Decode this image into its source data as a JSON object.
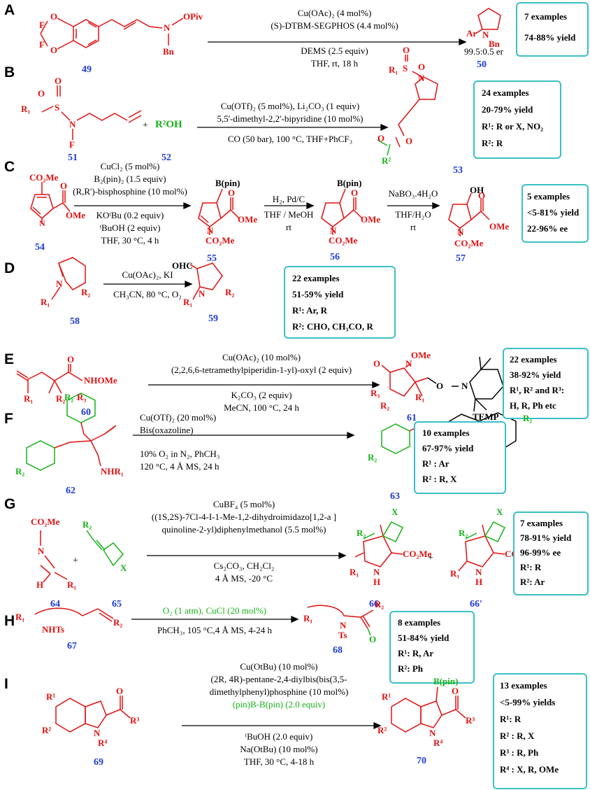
{
  "sections": {
    "A": {
      "label": "A",
      "conditions": [
        "Cu(OAc)₂ (4 mol%)",
        "(S)-DTBM-SEGPHOS (4.4 mol%)",
        "DEMS (2.5 equiv)",
        "THF, rt, 18 h"
      ],
      "compounds": [
        "49",
        "50"
      ],
      "extra": "99.5:0.5 er",
      "atoms": {
        "f1": "F",
        "f2": "F",
        "o1": "O",
        "o2": "O",
        "n": "N",
        "opiv": "OPiv",
        "bn": "Bn",
        "ar": "Ar",
        "bn2": "Bn",
        "n2": "N"
      },
      "box": [
        "7 examples",
        "74-88% yield"
      ]
    },
    "B": {
      "label": "B",
      "conditions": [
        "Cu(OTf)₂ (5 mol%), Li₂CO₃ (1 equiv)",
        "5,5'-dimethyl-2,2'-bipyridine (10 mol%)",
        "CO (50 bar), 100 °C, THF+PhCF₃"
      ],
      "compounds": [
        "51",
        "52",
        "53"
      ],
      "plus": "+",
      "reagent": "R²OH",
      "atoms": {
        "r1": "R₁",
        "s": "S",
        "o1": "O",
        "o2": "O",
        "n": "N",
        "f": "F",
        "r1b": "R₁",
        "sb": "S",
        "ob1": "O",
        "ob2": "O",
        "nb": "N",
        "oc": "O",
        "oe": "O",
        "r2": "R²"
      },
      "box": [
        "24 examples",
        "20-79% yield",
        "R¹: R or X, NO₂",
        "R²: R"
      ]
    },
    "C": {
      "label": "C",
      "conditions1": [
        "CuCl₂ (5 mol%)",
        "B₂(pin)₂ (1.5 equiv)",
        "(R,R')-bisphosphine (10 mol%)",
        "KOᵗBu (0.2 equiv)",
        "ᵗBuOH (2 equiv)",
        "THF, 30 °C, 4 h"
      ],
      "conditions2": [
        "H₂, Pd/C",
        "THF / MeOH",
        "rt"
      ],
      "conditions3": [
        "NaBO₃.4H₂O",
        "THF/H₂O",
        "rt"
      ],
      "compounds": [
        "54",
        "55",
        "56",
        "57"
      ],
      "atoms": {
        "co2me": "CO₂Me",
        "n": "N",
        "ome": "OMe",
        "o": "O",
        "bpin": "B(pin)",
        "oh": "OH"
      },
      "box": [
        "5 examples",
        "<5-81% yield",
        "22-96% ee"
      ]
    },
    "D": {
      "label": "D",
      "conditions": [
        "Cu(OAc)₂, KI",
        "CH₃CN, 80 °C, O₂"
      ],
      "compounds": [
        "58",
        "59"
      ],
      "atoms": {
        "n": "N",
        "r1": "R₁",
        "r2": "R₂",
        "ohc": "OHC"
      },
      "box": [
        "22 examples",
        "51-59% yield",
        "R¹: Ar, R",
        "R²: CHO, CH₃CO, R"
      ]
    },
    "E": {
      "label": "E",
      "conditions": [
        "Cu(OAc)₂ (10 mol%)",
        "(2,2,6,6-tetramethylpiperidin-1-yl)-oxyl  (2 equiv)",
        "K₂CO₃ (2 equiv)",
        "MeCN, 100 °C, 24 h"
      ],
      "compounds": [
        "60",
        "61"
      ],
      "atoms": {
        "o": "O",
        "nhome": "NHOMe",
        "r1": "R₁",
        "r2": "R₂",
        "r3": "R₃",
        "ome": "OMe",
        "n": "N",
        "temp": "TEMP"
      },
      "box": [
        "22 examples",
        "38-92% yield",
        "R¹, R² and R³:",
        "H, R, Ph etc"
      ]
    },
    "F": {
      "label": "F",
      "conditions": [
        "Cu(OTf)₂ (20 mol%)",
        "Bis(oxazoline)",
        "10% O₂ in N₂, PhCH₃",
        "120 °C, 4 Å  MS, 24 h"
      ],
      "compounds": [
        "62",
        "63"
      ],
      "atoms": {
        "r2": "R₂",
        "nhr1": "NHR₁",
        "n": "N",
        "r1": "R₁"
      },
      "box": [
        "10 examples",
        "67-97% yield",
        "R¹ : Ar",
        "R² : R, X"
      ]
    },
    "G": {
      "label": "G",
      "conditions": [
        "CuBF₄ (5 mol%)",
        "((1S,2S)-7Cl-4-I-1-Me-1,2-dihydroimidazo[1,2-a ]",
        "quinoline-2-yl)diphenylmethanol (5.5 mol%)",
        "Cs₂CO₃, CH₂Cl₂",
        "4 Å MS, -20 °C"
      ],
      "compounds": [
        "64",
        "65",
        "66",
        "66'"
      ],
      "plus": "+",
      "atoms": {
        "co2me": "CO₂Me",
        "n": "N",
        "h": "H",
        "r1": "R₁",
        "r2": "R₂",
        "x": "X",
        "nh": "N",
        "hh": "H"
      },
      "box": [
        "7 examples",
        "78-91% yield",
        "96-99% ee",
        "R¹: R",
        "R²: Ar"
      ]
    },
    "H": {
      "label": "H",
      "conditions": [
        "O₂ (1 atm), CuCl (20 mol%)",
        "PhCH₃, 105 °C,4 Å MS, 4-24 h"
      ],
      "compounds": [
        "67",
        "68"
      ],
      "atoms": {
        "r1": "R₁",
        "nhts": "NHTs",
        "r2": "R₂",
        "n": "N",
        "ts": "Ts",
        "o": "O"
      },
      "box": [
        "8 examples",
        "51-84% yield",
        "R¹: R, Ar",
        "R²: Ph"
      ]
    },
    "I": {
      "label": "I",
      "conditions": [
        "Cu(OtBu) (10 mol%)",
        "(2R, 4R)-pentane-2,4-diylbis(bis(3,5-",
        "dimethylphenyl)phosphine (10 mol%)",
        "(pin)B-B(pin) (2.0 equiv)",
        "ᵗBuOH (2.0 equiv)",
        "Na(OtBu) (10 mol%)",
        "THF, 30 °C, 4-18 h"
      ],
      "compounds": [
        "69",
        "70"
      ],
      "atoms": {
        "r1": "R¹",
        "r2": "R²",
        "r3": "R³",
        "r4": "R⁴",
        "n": "N",
        "o": "O",
        "bpin": "B(pin)"
      },
      "box": [
        "13 examples",
        "<5-99% yields",
        "R¹: R",
        "R² : R, X",
        "R³ : R, Ph",
        "R⁴ : X, R, OMe"
      ]
    }
  },
  "colors": {
    "red": "#e01010",
    "green": "#17b217",
    "blue": "#1f3bd6",
    "box": "#3cc0c4"
  }
}
